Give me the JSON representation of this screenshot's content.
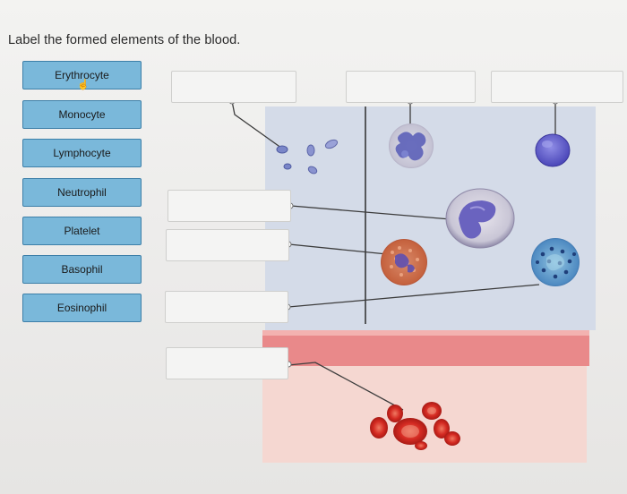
{
  "prompt": "Label the formed elements of the blood.",
  "chips": [
    {
      "label": "Erythrocyte"
    },
    {
      "label": "Monocyte"
    },
    {
      "label": "Lymphocyte"
    },
    {
      "label": "Neutrophil"
    },
    {
      "label": "Platelet"
    },
    {
      "label": "Basophil"
    },
    {
      "label": "Eosinophil"
    }
  ],
  "drop_targets_count": 7,
  "colors": {
    "chip_fill": "#7ab8da",
    "chip_border": "#3d7fa8",
    "smear_background": "#d4dbe8",
    "vessel_wall": "#e88a8a",
    "plasma": "#f6d7d2",
    "erythrocyte": "#d42a22"
  }
}
